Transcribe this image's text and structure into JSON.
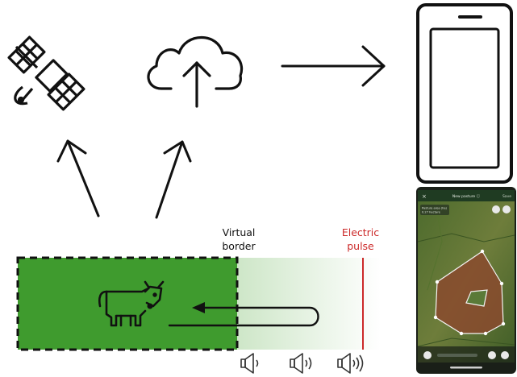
{
  "labels": {
    "virtual_border_line1": "Virtual",
    "virtual_border_line2": "border",
    "electric_pulse_line1": "Electric",
    "electric_pulse_line2": "pulse"
  },
  "phone_screen": {
    "header_title": "New pasture ⓘ",
    "close_glyph": "×",
    "header_action": "Save",
    "info_line1": "Pasture area (ha)",
    "info_line2": "0.27 hectare"
  },
  "colors": {
    "pasture_dark": "#3c9a2c",
    "gradient_start": "#d7ecd2",
    "gradient_end": "#ffffff",
    "electric_red": "#cc2a2a",
    "stroke": "#111111",
    "phone_screen_bg": "#1d2b19",
    "map_polygon": "#8a4a2e"
  },
  "icons": [
    "satellite-icon",
    "cloud-upload-icon",
    "smartphone-icon",
    "cow-icon",
    "speaker-low-icon",
    "speaker-mid-icon",
    "speaker-high-icon"
  ]
}
